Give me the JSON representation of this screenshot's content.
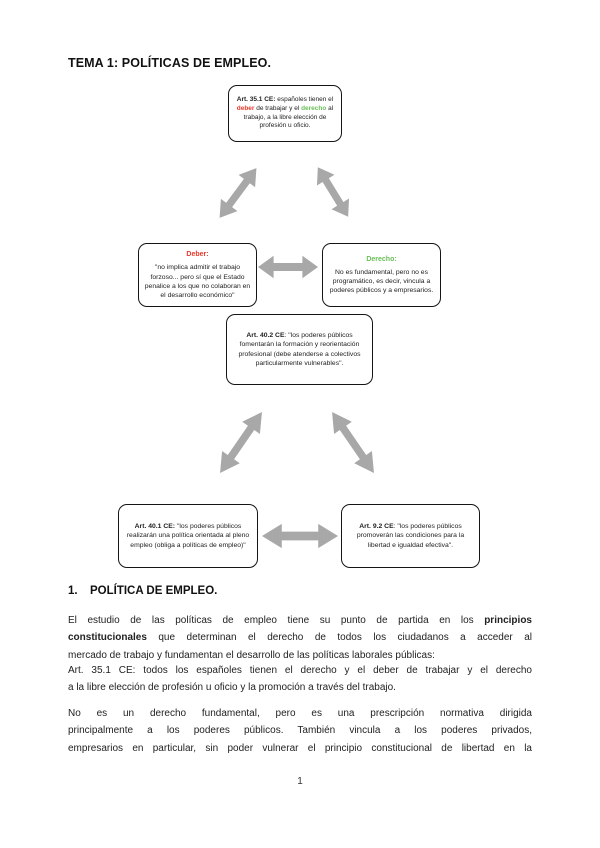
{
  "page": {
    "title": "TEMA 1: POLÍTICAS DE EMPLEO.",
    "page_number": "1"
  },
  "colors": {
    "red": "#e8392b",
    "green": "#6abf58",
    "arrow": "#a8a8a8"
  },
  "diagram": {
    "top_box": {
      "content": [
        {
          "t": "Art. 35.1 CE:",
          "b": 1
        },
        {
          "t": " españoles tienen el "
        },
        {
          "t": "deber",
          "b": 1,
          "c": "#e8392b"
        },
        {
          "t": " de trabajar y el "
        },
        {
          "t": "derecho",
          "b": 1,
          "c": "#6abf58"
        },
        {
          "t": " al trabajo, a la libre elección de profesión u oficio."
        }
      ]
    },
    "left_box": {
      "heading": [
        {
          "t": "Deber:",
          "b": 1,
          "c": "#e8392b"
        }
      ],
      "content": [
        {
          "t": "\"no implica admitir el trabajo forzoso... pero sí que el Estado penalice a los que no colaboran en el desarrollo económico\""
        }
      ]
    },
    "right_box": {
      "heading": [
        {
          "t": "Derecho:",
          "b": 1,
          "c": "#6abf58"
        }
      ],
      "content": [
        {
          "t": "No es fundamental, pero no es programático, es decir, vincula a poderes públicos y a empresarios."
        }
      ]
    },
    "middle_box": {
      "content": [
        {
          "t": "Art. 40.2 CE",
          "b": 1
        },
        {
          "t": ": \"los poderes públicos fomentarán la formación y reorientación profesional (debe atenderse a colectivos particularmente vulnerables\"."
        }
      ]
    },
    "bottom_left_box": {
      "content": [
        {
          "t": "Art. 40.1 CE:",
          "b": 1
        },
        {
          "t": " \"los poderes públicos realizarán una política orientada al pleno empleo (obliga a políticas de empleo)\""
        }
      ]
    },
    "bottom_right_box": {
      "content": [
        {
          "t": "Art. 9.2 CE",
          "b": 1
        },
        {
          "t": ": \"los poderes públicos promoverán las condiciones para la libertad e igualdad efectiva\"."
        }
      ]
    }
  },
  "section": {
    "number": "1.",
    "title": "POLÍTICA DE EMPLEO."
  },
  "paragraphs": [
    {
      "lines": [
        {
          "just": 1,
          "segs": [
            {
              "t": "El estudio de las políticas de empleo tiene su punto de partida en los "
            },
            {
              "t": "principios",
              "b": 1
            }
          ]
        },
        {
          "just": 1,
          "segs": [
            {
              "t": "constitucionales",
              "b": 1
            },
            {
              "t": " que determinan el derecho de todos los ciudadanos a acceder al"
            }
          ]
        },
        {
          "just": 0,
          "segs": [
            {
              "t": "mercado de trabajo y fundamentan el desarrollo de las políticas laborales públicas:"
            }
          ]
        }
      ]
    },
    {
      "lines": [
        {
          "just": 1,
          "segs": [
            {
              "t": "Art. 35.1 CE: todos los españoles tienen el derecho y el deber de trabajar y el derecho"
            }
          ]
        },
        {
          "just": 0,
          "segs": [
            {
              "t": "a la libre elección de profesión u oficio y la promoción a través del trabajo."
            }
          ]
        }
      ]
    },
    {
      "lines": [
        {
          "just": 1,
          "segs": [
            {
              "t": "No es un derecho fundamental, pero es una prescripción normativa dirigida"
            }
          ]
        },
        {
          "just": 1,
          "segs": [
            {
              "t": "principalmente a los poderes públicos. También vincula a los poderes privados,"
            }
          ]
        },
        {
          "just": 1,
          "segs": [
            {
              "t": "empresarios en particular, sin poder vulnerar el principio constitucional de libertad en la"
            }
          ]
        }
      ]
    }
  ]
}
